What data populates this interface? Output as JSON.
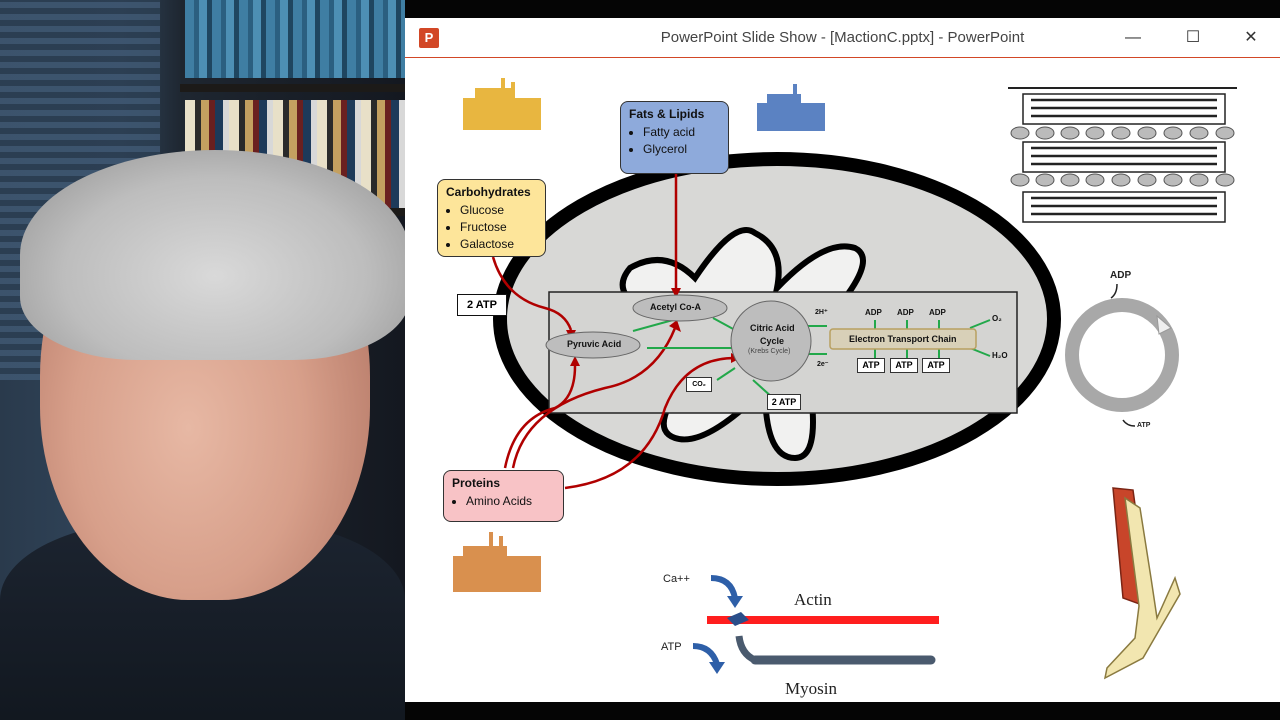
{
  "window": {
    "title": "PowerPoint Slide Show - [MactionC.pptx] - PowerPoint",
    "app_icon": "P",
    "controls": {
      "minimize": "—",
      "maximize": "☐",
      "close": "✕"
    }
  },
  "slide": {
    "carbs": {
      "title": "Carbohydrates",
      "items": [
        "Glucose",
        "Fructose",
        "Galactose"
      ]
    },
    "fats": {
      "title": "Fats & Lipids",
      "items": [
        "Fatty acid",
        "Glycerol"
      ]
    },
    "proteins": {
      "title": "Proteins",
      "items": [
        "Amino Acids"
      ]
    },
    "pathway": {
      "atp_left": "2 ATP",
      "acetyl_coa": "Acetyl Co-A",
      "pyruvic_acid": "Pyruvic Acid",
      "citric_acid": "Citric Acid",
      "cycle": "Cycle",
      "krebs": "(Krebs Cycle)",
      "h_plus": "2H⁺",
      "e_minus": "2e⁻",
      "etc": "Electron Transport Chain",
      "adp": "ADP",
      "atp": "ATP",
      "o2": "O₂",
      "h2o": "H₂O",
      "co2": "CO₂",
      "atp_krebs": "2 ATP"
    },
    "ring": {
      "adp": "ADP",
      "atp": "ATP"
    },
    "muscle": {
      "ca": "Ca++",
      "atp": "ATP",
      "actin": "Actin",
      "myosin": "Myosin"
    }
  },
  "colors": {
    "accent": "#d24726",
    "arrow_red": "#b00000",
    "arrow_green": "#22a84a",
    "actin": "#ff1e1e",
    "myosin": "#4a5a6e"
  }
}
